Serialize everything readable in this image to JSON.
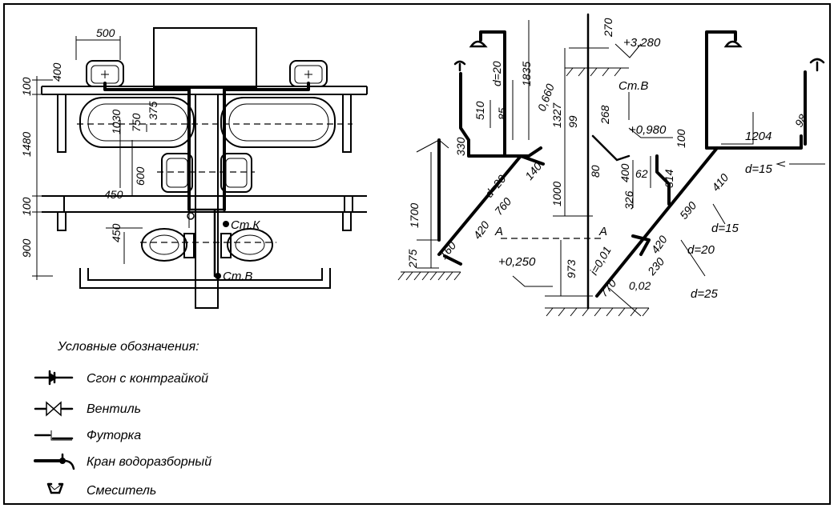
{
  "plan": {
    "dims": {
      "d500": "500",
      "d400": "400",
      "d100a": "100",
      "d1480": "1480",
      "d100b": "100",
      "d900": "900",
      "d1030": "1030",
      "d750": "750",
      "d375": "375",
      "d600": "600",
      "d450a": "450",
      "d450b": "450"
    },
    "riser_k": "Ст.К",
    "riser_b": "Ст.В"
  },
  "iso": {
    "dims": {
      "d270": "270",
      "d1835": "1835",
      "d0660": "0,660",
      "d510": "510",
      "d85": "85",
      "d1327": "1327",
      "d99": "99",
      "d268": "268",
      "d330": "330",
      "d80": "80",
      "d400": "400",
      "d62": "62",
      "d314": "314",
      "d100": "100",
      "d1204": "1204",
      "d98": "98",
      "d1700": "1700",
      "d140": "140",
      "d760": "760",
      "d1000": "1000",
      "d326": "326",
      "d420a": "420",
      "d420b": "420",
      "d590": "590",
      "d410": "410",
      "d275": "275",
      "d160": "160",
      "d973": "973",
      "d230": "230",
      "d770": "770",
      "d002": "0,02"
    },
    "elev_top": "+3,280",
    "elev_mid": "+0,980",
    "elev_low": "+0,250",
    "riser_b": "Ст.В",
    "section_a1": "A",
    "section_a2": "A",
    "diam_20a": "d=20",
    "diam_20b": "d=20",
    "diam_20c": "d=20",
    "diam_15a": "d=15",
    "diam_15b": "d=15",
    "diam_25": "d=25",
    "slope": "i=0,01"
  },
  "legend": {
    "title": "Условные обозначения:",
    "items": [
      {
        "icon": "union-with-locknut-icon",
        "label": "Сгон с контргайкой"
      },
      {
        "icon": "valve-icon",
        "label": "Вентиль"
      },
      {
        "icon": "reducer-bushing-icon",
        "label": "Футорка"
      },
      {
        "icon": "water-tap-icon",
        "label": "Кран водоразборный"
      },
      {
        "icon": "mixer-icon",
        "label": "Смеситель"
      }
    ]
  }
}
